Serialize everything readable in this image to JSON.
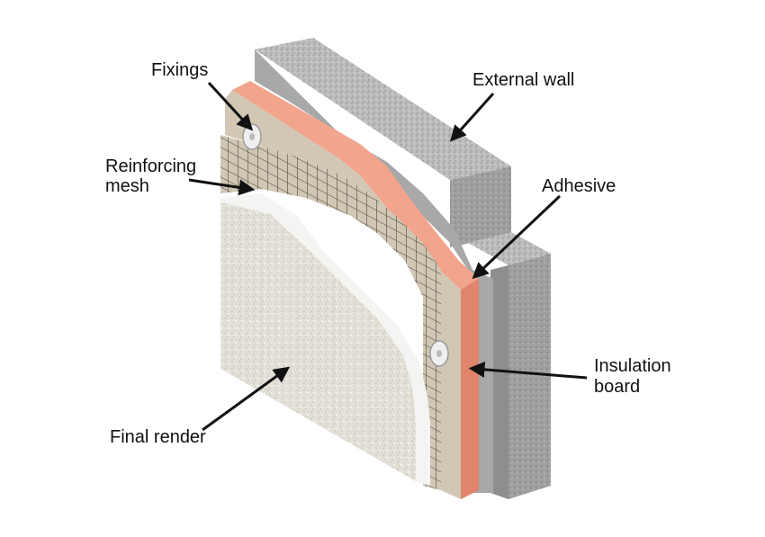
{
  "labels": {
    "fixings": "Fixings",
    "external_wall": "External wall",
    "reinforcing_mesh_line1": "Reinforcing",
    "reinforcing_mesh_line2": "mesh",
    "adhesive": "Adhesive",
    "insulation_board_line1": "Insulation",
    "insulation_board_line2": "board",
    "final_render": "Final render"
  },
  "colors": {
    "concrete": "#b9b9b9",
    "concrete_side": "#9e9e9e",
    "adhesive": "#a9a9a9",
    "insulation": "#f2a48c",
    "insulation_side": "#e0846c",
    "basecoat": "#d2c7b4",
    "mesh": "#4a463f",
    "render_bead": "#f4f4f2",
    "render": "#e3e0d8",
    "arrow": "#111111"
  }
}
